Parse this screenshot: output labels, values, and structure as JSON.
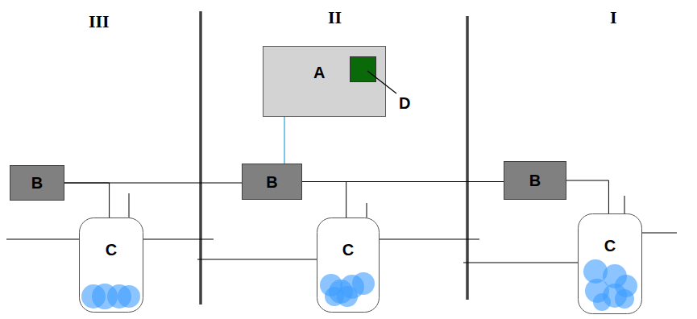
{
  "diagram": {
    "nodes": [
      {
        "text": [
          "A"
        ]
      },
      {
        "text": [
          "B"
        ]
      },
      {
        "text": [
          "B"
        ]
      },
      {
        "text": [
          "B"
        ]
      },
      {
        "text": [
          "C"
        ]
      },
      {
        "text": [
          "C"
        ]
      },
      {
        "text": [
          "C"
        ]
      }
    ],
    "edges": [
      {
        "from": 0,
        "to": 2,
        "arrow": "none"
      },
      {
        "from": 1,
        "to": 2,
        "arrow": "none"
      },
      {
        "from": 2,
        "to": 3,
        "arrow": "none"
      },
      {
        "from": 1,
        "to": 4,
        "arrow": "none"
      },
      {
        "from": 2,
        "to": 5,
        "arrow": "none"
      },
      {
        "from": 3,
        "to": 6,
        "arrow": "none"
      }
    ],
    "labels": [
      "III",
      "II",
      "I",
      "D"
    ]
  }
}
